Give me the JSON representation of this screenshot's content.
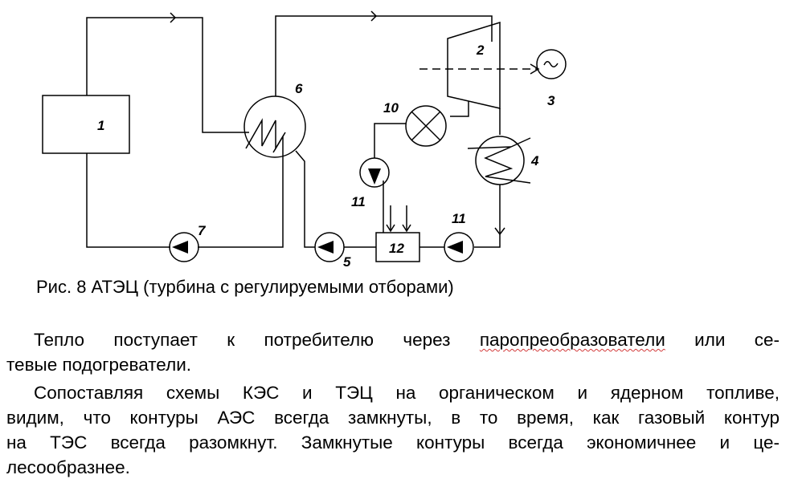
{
  "diagram": {
    "labels": {
      "n1": "1",
      "n2": "2",
      "n3": "3",
      "n4": "4",
      "n5": "5",
      "n6": "6",
      "n7": "7",
      "n10": "10",
      "n11a": "11",
      "n11b": "11",
      "n12": "12"
    }
  },
  "caption": "Рис. 8 АТЭЦ (турбина с регулируемыми отборами)",
  "paragraphs": {
    "p1_line1_pre": "Тепло поступает к потребителю через",
    "p1_line1_word": "паропреобразователи",
    "p1_line1_post": "или се-",
    "p1_line2": "тевые подогреватели.",
    "p2_line1": "Сопоставляя схемы КЭС и ТЭЦ на органическом и ядерном топливе,",
    "p2_line2": "видим, что контуры АЭС всегда замкнуты, в то время, как газовый контур",
    "p2_line3": "на ТЭС всегда разомкнут. Замкнутые контуры всегда экономичнее и це-",
    "p2_line4": "лесообразнее."
  }
}
